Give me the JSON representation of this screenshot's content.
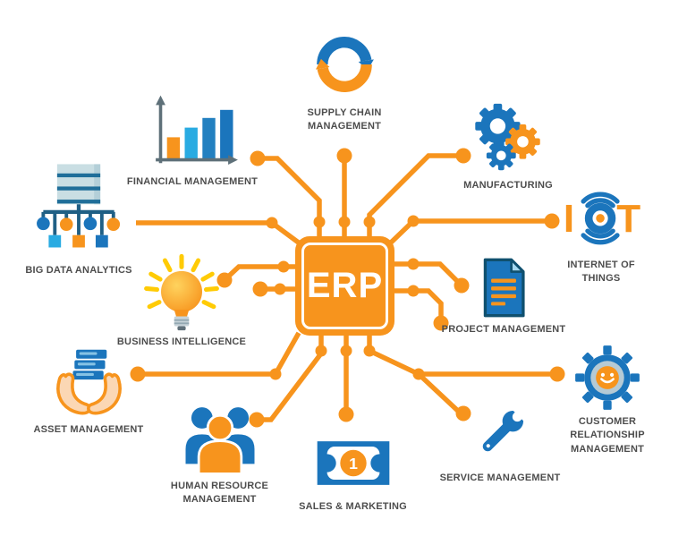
{
  "diagram_title": "ERP",
  "center_chip": {
    "label": "ERP"
  },
  "colors": {
    "orange": "#F7941D",
    "blue": "#1B75BC",
    "light_blue": "#29ABE2",
    "yellow": "#FFCB05",
    "navy": "#1F5F85",
    "label_gray": "#4D4D4D"
  },
  "modules": [
    {
      "id": "supply-chain-management",
      "label": "SUPPLY CHAIN MANAGEMENT",
      "icon": "sync-arrows-icon"
    },
    {
      "id": "financial-management",
      "label": "FINANCIAL MANAGEMENT",
      "icon": "bar-chart-icon"
    },
    {
      "id": "manufacturing",
      "label": "MANUFACTURING",
      "icon": "gears-icon"
    },
    {
      "id": "internet-of-things",
      "label": "INTERNET OF THINGS",
      "icon": "iot-signal-icon",
      "logo_i": "I",
      "logo_t": "T"
    },
    {
      "id": "big-data-analytics",
      "label": "BIG DATA ANALYTICS",
      "icon": "server-network-icon"
    },
    {
      "id": "business-intelligence",
      "label": "BUSINESS INTELLIGENCE",
      "icon": "lightbulb-icon"
    },
    {
      "id": "project-management",
      "label": "PROJECT MANAGEMENT",
      "icon": "document-icon"
    },
    {
      "id": "asset-management",
      "label": "ASSET MANAGEMENT",
      "icon": "hands-server-icon"
    },
    {
      "id": "customer-relationship-management",
      "label": "CUSTOMER RELATIONSHIP MANAGEMENT",
      "icon": "gear-smiley-icon"
    },
    {
      "id": "human-resource-management",
      "label": "HUMAN RESOURCE MANAGEMENT",
      "icon": "people-icon"
    },
    {
      "id": "sales-marketing",
      "label": "SALES & MARKETING",
      "icon": "banknote-icon",
      "banknote_value": "1"
    },
    {
      "id": "service-management",
      "label": "SERVICE MANAGEMENT",
      "icon": "wrench-icon"
    }
  ]
}
